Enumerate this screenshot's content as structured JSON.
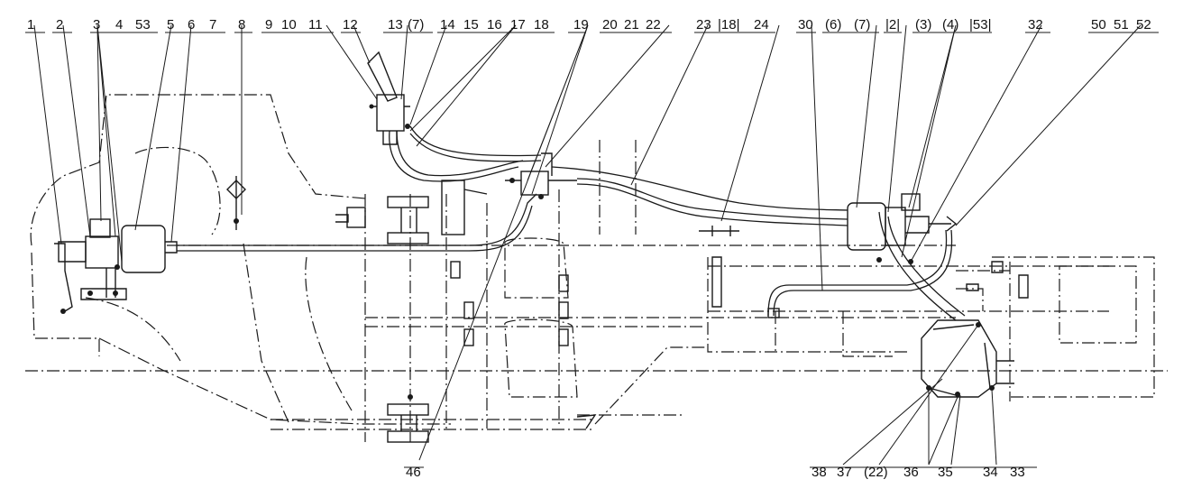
{
  "callouts": {
    "top": [
      "1",
      "2",
      "3",
      "4",
      "53",
      "5",
      "6",
      "7",
      "8",
      "9",
      "10",
      "11",
      "12",
      "13",
      "(7)",
      "14",
      "15",
      "16",
      "17",
      "18",
      "19",
      "20",
      "21",
      "22",
      "23",
      "|18|",
      "24",
      "30",
      "(6)",
      "(7)",
      "|2|",
      "(3)",
      "(4)",
      "|53|",
      "32",
      "50",
      "51",
      "52"
    ],
    "bottom": [
      "46",
      "38",
      "37",
      "(22)",
      "36",
      "35",
      "34",
      "33"
    ]
  }
}
